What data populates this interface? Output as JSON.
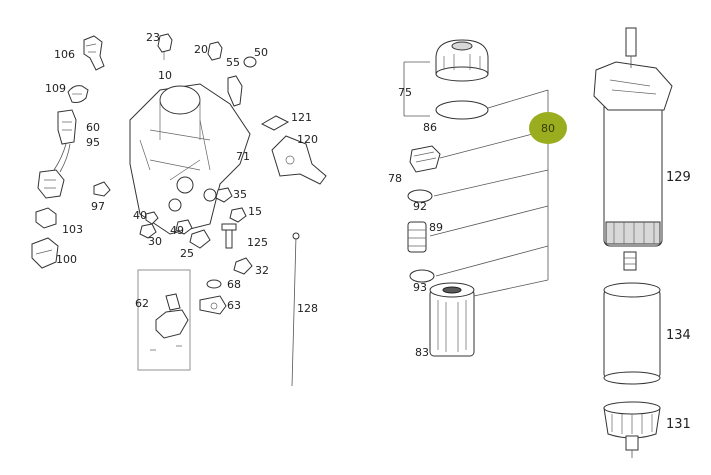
{
  "labels": {
    "p106": "106",
    "p109": "109",
    "p60": "60",
    "p95": "95",
    "p97": "97",
    "p40": "40",
    "p103": "103",
    "p30": "30",
    "p100": "100",
    "p23": "23",
    "p10": "10",
    "p20": "20",
    "p55": "55",
    "p50": "50",
    "p121": "121",
    "p120": "120",
    "p71": "71",
    "p35": "35",
    "p15": "15",
    "p49": "49",
    "p25": "25",
    "p125": "125",
    "p32": "32",
    "p68": "68",
    "p63": "63",
    "p62": "62",
    "p128": "128",
    "p75": "75",
    "p86": "86",
    "p80": "80",
    "p78": "78",
    "p92": "92",
    "p89": "89",
    "p93": "93",
    "p83": "83",
    "p129": "129",
    "p134": "134",
    "p131": "131"
  },
  "highlight_color": "#9aad1e"
}
